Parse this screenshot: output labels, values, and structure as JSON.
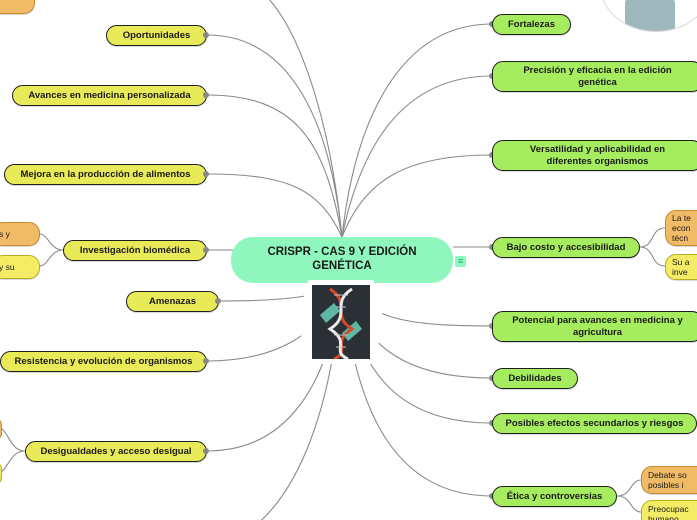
{
  "central": {
    "label": "CRISPR - CAS 9 Y EDICIÓN GENÉTICA",
    "notes_icon": "≡"
  },
  "left_branches": [
    {
      "label": "Oportunidades"
    },
    {
      "label": "Avances en medicina personalizada"
    },
    {
      "label": "Mejora en la producción de alimentos"
    },
    {
      "label": "Investigación biomédica"
    },
    {
      "label": "Amenazas"
    },
    {
      "label": "Resistencia y evolución de organismos"
    },
    {
      "label": "Desigualdades y acceso desigual"
    }
  ],
  "right_branches": [
    {
      "label": "Fortalezas"
    },
    {
      "label": "Precisión y eficacia en la edición genética"
    },
    {
      "label": "Versatilidad y aplicabilidad en diferentes organismos"
    },
    {
      "label": "Bajo costo y accesibilidad"
    },
    {
      "label": "Potencial para avances en medicina y agricultura"
    },
    {
      "label": "Debilidades"
    },
    {
      "label": "Posibles efectos secundarios y riesgos"
    },
    {
      "label": "Ética y controversias"
    }
  ],
  "subnodes": {
    "investigacion": [
      "s y",
      "y su"
    ],
    "bajo_costo": [
      "La te\necon\ntécn",
      "Su a\ninve"
    ],
    "etica": [
      "Debate so\nposibles i",
      "Preocupac\nhumano"
    ]
  },
  "colors": {
    "central": "#8ff7bd",
    "yellow": "#e8ea57",
    "green": "#a5ec5f",
    "orange": "#f0bb66",
    "link": "#8a8a8a"
  }
}
